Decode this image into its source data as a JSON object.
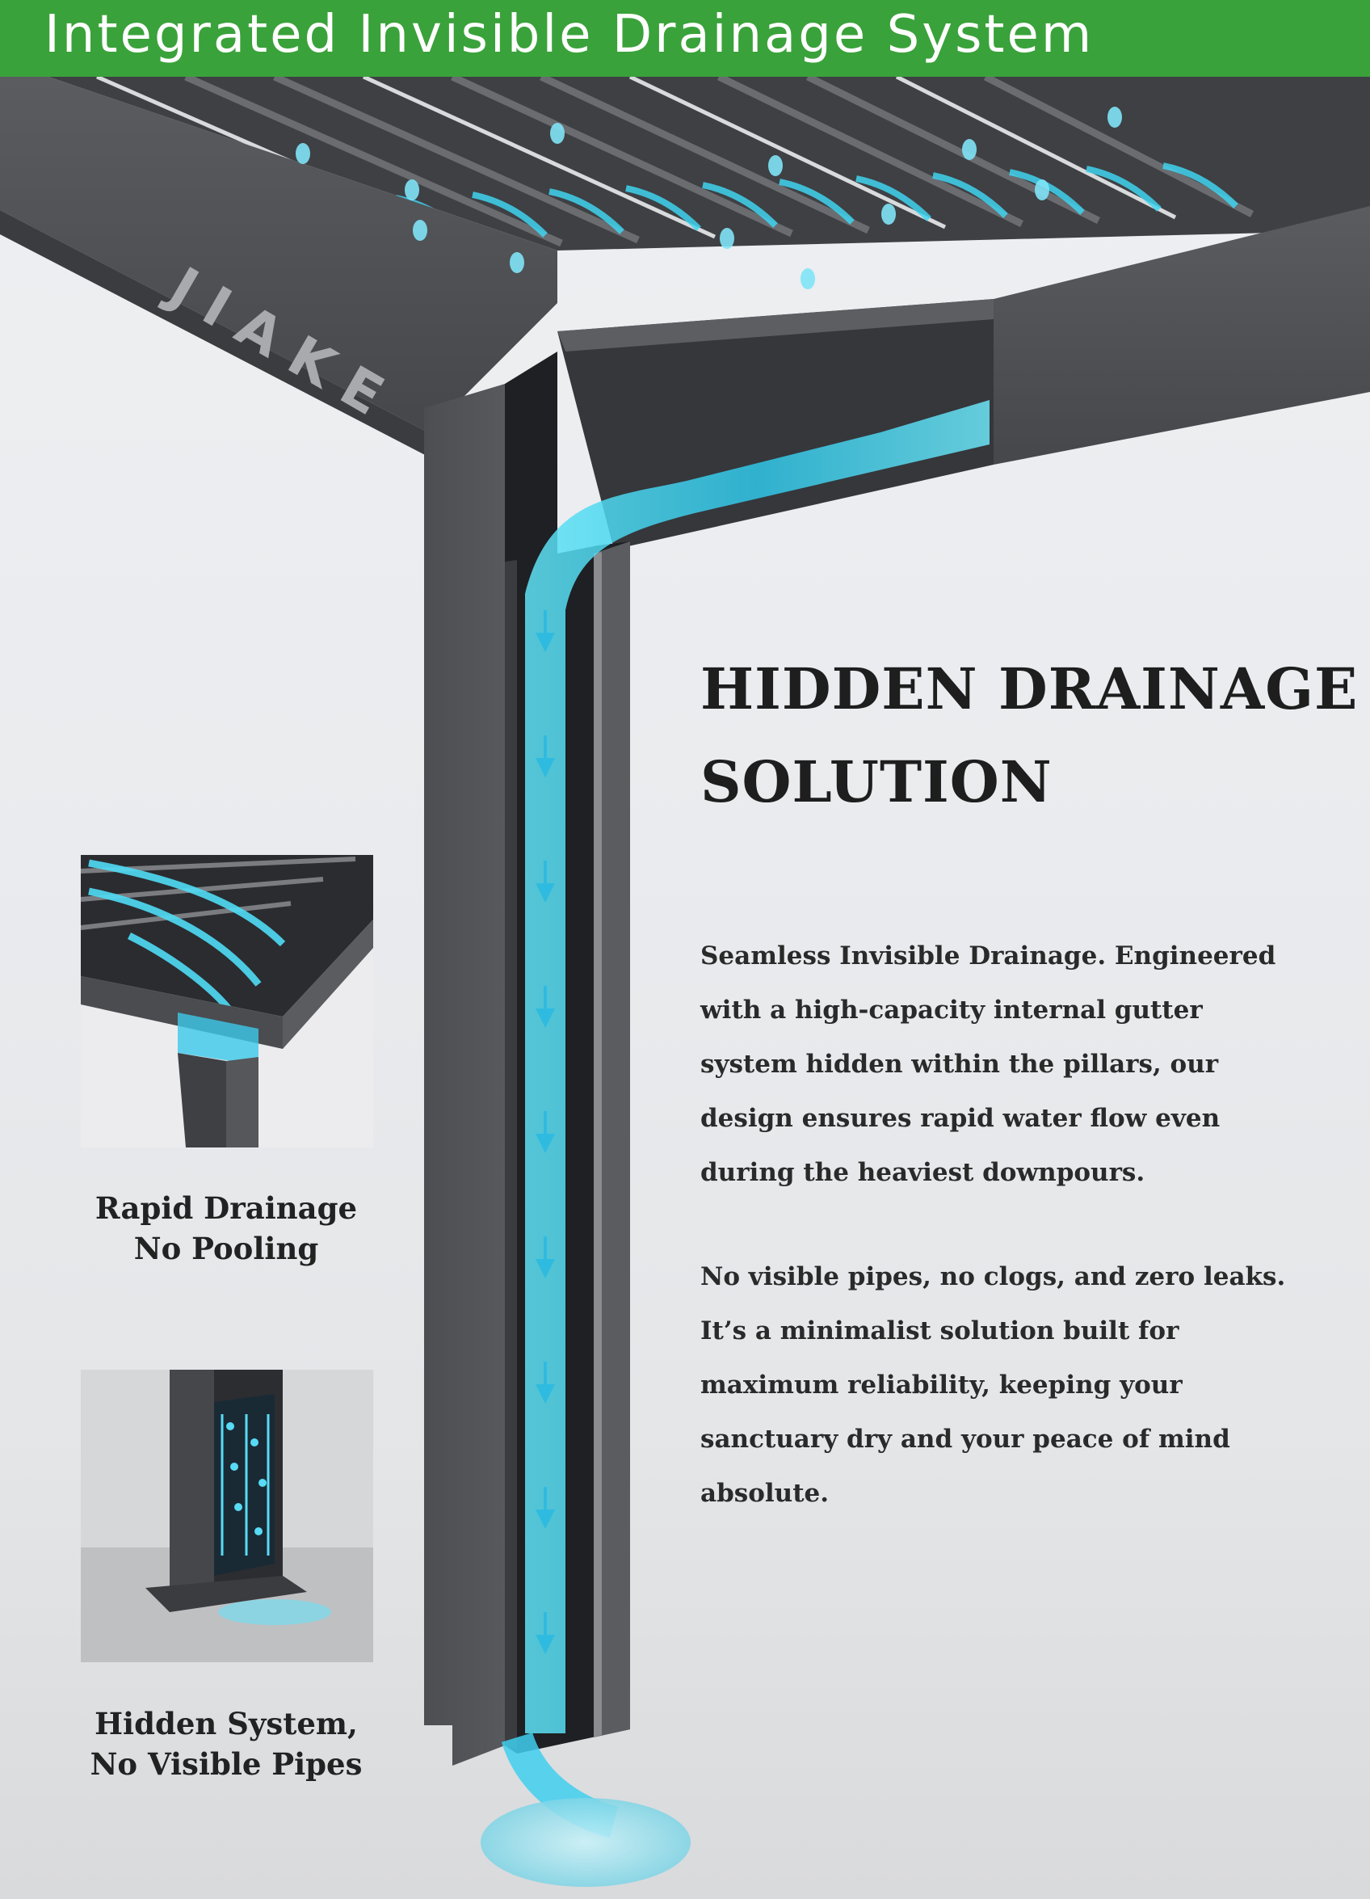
{
  "header": {
    "title": "Integrated Invisible Drainage System"
  },
  "brand": {
    "name": "JIAKE"
  },
  "headline": {
    "line1": "HIDDEN DRAINAGE",
    "line2": "SOLUTION"
  },
  "paragraph1": {
    "lines": [
      "Seamless Invisible Drainage. Engineered",
      "with a high-capacity internal gutter",
      "system hidden within the pillars, our",
      "design ensures rapid water flow even",
      "during the heaviest downpours."
    ]
  },
  "paragraph2": {
    "lines": [
      "No visible pipes, no clogs, and zero leaks.",
      "It’s a minimalist solution built for",
      "maximum reliability, keeping your",
      "sanctuary dry and your peace of mind",
      "absolute."
    ]
  },
  "feature1": {
    "line1": "Rapid Drainage",
    "line2": "No Pooling"
  },
  "feature2": {
    "line1": "Hidden System,",
    "line2": "No Visible Pipes"
  },
  "colors": {
    "header_green": "#3aa23a",
    "frame_gray": "#4a4c50",
    "water_cyan": "#3fd4ef",
    "text_dark": "#1e1e1e"
  }
}
